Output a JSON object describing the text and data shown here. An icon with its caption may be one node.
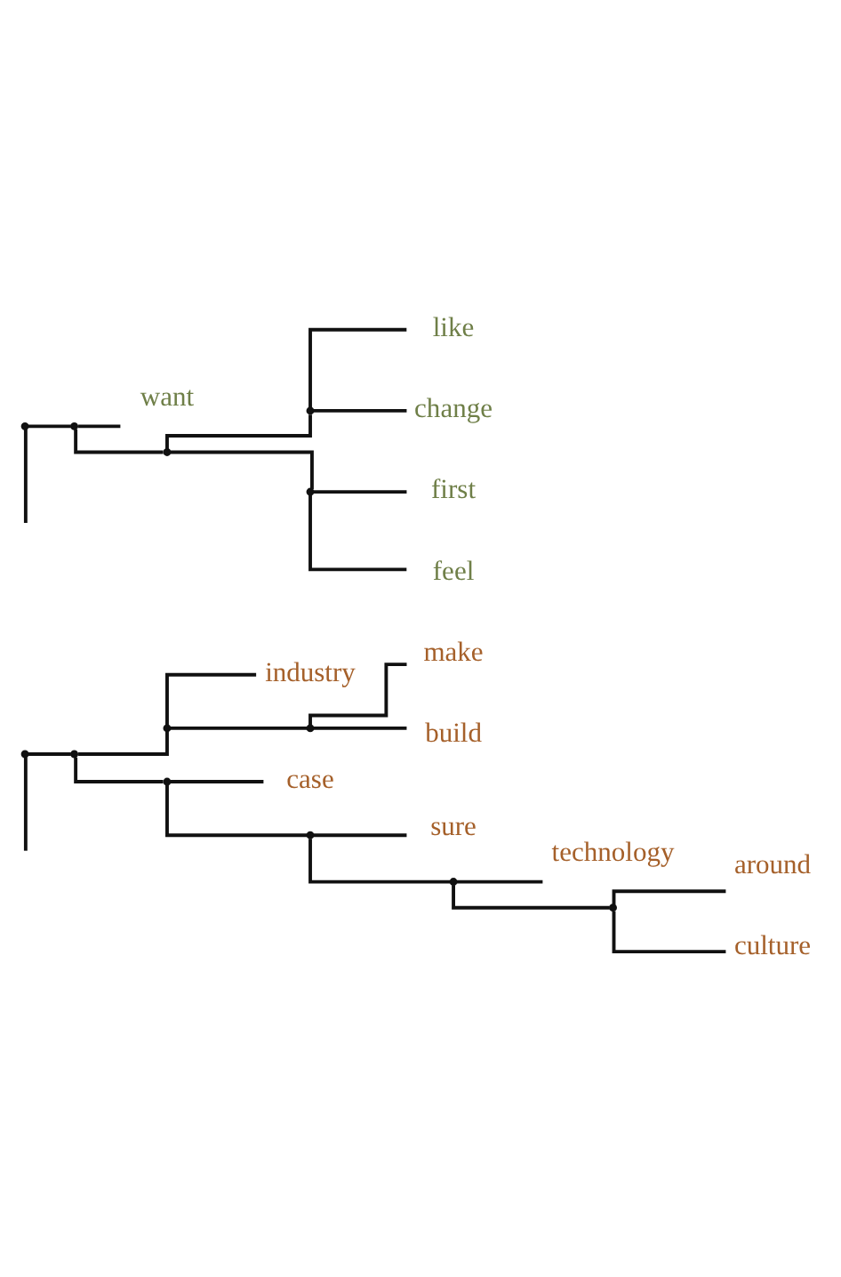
{
  "diagram": {
    "nodes": [
      {
        "text": [],
        "shape": "point"
      },
      {
        "text": [],
        "shape": "point"
      },
      {
        "text": [],
        "shape": "point"
      },
      {
        "text": [
          "industry"
        ]
      },
      {
        "text": [],
        "shape": "point"
      },
      {
        "text": [
          "make"
        ]
      },
      {
        "text": [
          "build"
        ]
      },
      {
        "text": [],
        "shape": "point"
      },
      {
        "text": [
          "case"
        ]
      },
      {
        "text": [],
        "shape": "point"
      },
      {
        "text": [
          "sure"
        ]
      },
      {
        "text": [],
        "shape": "point"
      },
      {
        "text": [
          "technology"
        ]
      },
      {
        "text": [],
        "shape": "point"
      },
      {
        "text": [
          "around"
        ]
      },
      {
        "text": [
          "culture"
        ]
      },
      {
        "text": [],
        "shape": "point"
      },
      {
        "text": [],
        "shape": "point"
      },
      {
        "text": [
          "want"
        ]
      },
      {
        "text": [],
        "shape": "point"
      },
      {
        "text": [],
        "shape": "point"
      },
      {
        "text": [
          "like"
        ]
      },
      {
        "text": [
          "change"
        ]
      },
      {
        "text": [],
        "shape": "point"
      },
      {
        "text": [
          "first"
        ]
      },
      {
        "text": [
          "feel"
        ]
      }
    ],
    "edges": [
      {
        "from": 0,
        "to": 1,
        "arrow": "none"
      },
      {
        "from": 1,
        "to": 2,
        "arrow": "none"
      },
      {
        "from": 2,
        "to": 3,
        "arrow": "none"
      },
      {
        "from": 2,
        "to": 4,
        "arrow": "none"
      },
      {
        "from": 4,
        "to": 5,
        "arrow": "none"
      },
      {
        "from": 4,
        "to": 6,
        "arrow": "none"
      },
      {
        "from": 1,
        "to": 7,
        "arrow": "none"
      },
      {
        "from": 7,
        "to": 8,
        "arrow": "none"
      },
      {
        "from": 7,
        "to": 9,
        "arrow": "none"
      },
      {
        "from": 9,
        "to": 10,
        "arrow": "none"
      },
      {
        "from": 9,
        "to": 11,
        "arrow": "none"
      },
      {
        "from": 11,
        "to": 12,
        "arrow": "none"
      },
      {
        "from": 11,
        "to": 13,
        "arrow": "none"
      },
      {
        "from": 13,
        "to": 14,
        "arrow": "none"
      },
      {
        "from": 13,
        "to": 15,
        "arrow": "none"
      },
      {
        "from": 0,
        "to": null,
        "arrow": "none"
      },
      {
        "from": 16,
        "to": 17,
        "arrow": "none"
      },
      {
        "from": 17,
        "to": 18,
        "arrow": "none"
      },
      {
        "from": 17,
        "to": 19,
        "arrow": "none"
      },
      {
        "from": 19,
        "to": 20,
        "arrow": "none"
      },
      {
        "from": 20,
        "to": 21,
        "arrow": "none"
      },
      {
        "from": 20,
        "to": 22,
        "arrow": "none"
      },
      {
        "from": 19,
        "to": 23,
        "arrow": "none"
      },
      {
        "from": 23,
        "to": 24,
        "arrow": "none"
      },
      {
        "from": 23,
        "to": 25,
        "arrow": "none"
      },
      {
        "from": 16,
        "to": null,
        "arrow": "none"
      }
    ]
  }
}
